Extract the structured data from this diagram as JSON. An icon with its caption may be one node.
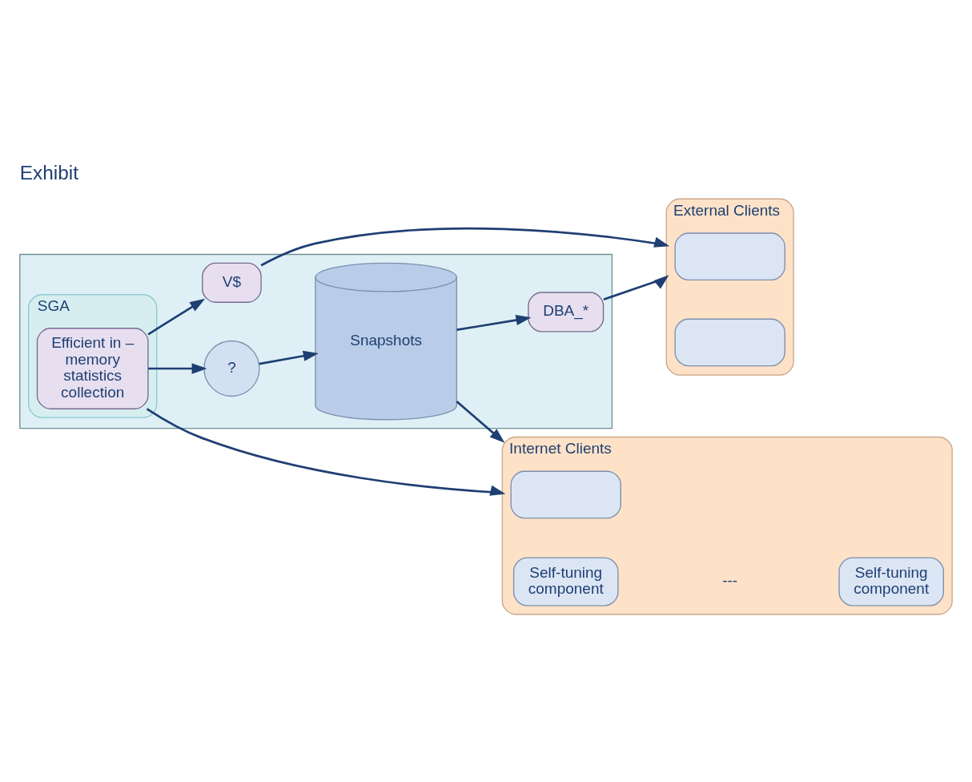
{
  "diagram": {
    "title": "Exhibit",
    "nodes": [
      {
        "text": [
          "External Clients"
        ]
      },
      {
        "text": [],
        "shape": "box",
        "in": 0
      },
      {
        "text": [],
        "shape": "box",
        "in": 0
      },
      {
        "text": [],
        "shape": "box"
      },
      {
        "text": [
          "SGA"
        ],
        "in": 3
      },
      {
        "text": [
          "Efficient in – memory statistics collection"
        ],
        "in": 4
      },
      {
        "text": [
          "V$"
        ],
        "in": 3
      },
      {
        "text": [
          "DBA_*"
        ],
        "in": 3
      },
      {
        "text": [
          "?"
        ],
        "in": 3
      },
      {
        "text": [
          "Snapshots"
        ],
        "in": 3
      },
      {
        "text": [
          "Internet Clients"
        ]
      },
      {
        "text": [],
        "shape": "box",
        "in": 10
      },
      {
        "text": [
          "Self-tuning component"
        ],
        "in": 10
      },
      {
        "text": [
          "Self-tuning component"
        ],
        "in": 10
      }
    ],
    "edges": [
      {
        "from": 5,
        "to": 6,
        "arrow": "to"
      },
      {
        "from": 6,
        "to": 0,
        "arrow": "to"
      },
      {
        "from": 7,
        "to": 0,
        "arrow": "to"
      },
      {
        "from": 9,
        "to": 7,
        "arrow": "to"
      },
      {
        "from": 5,
        "to": 8,
        "arrow": "to"
      },
      {
        "from": 8,
        "to": 9,
        "arrow": "to"
      },
      {
        "from": 5,
        "to": 10,
        "arrow": "to"
      },
      {
        "from": 9,
        "to": 10,
        "arrow": "to"
      }
    ],
    "labels": [
      "---"
    ]
  }
}
